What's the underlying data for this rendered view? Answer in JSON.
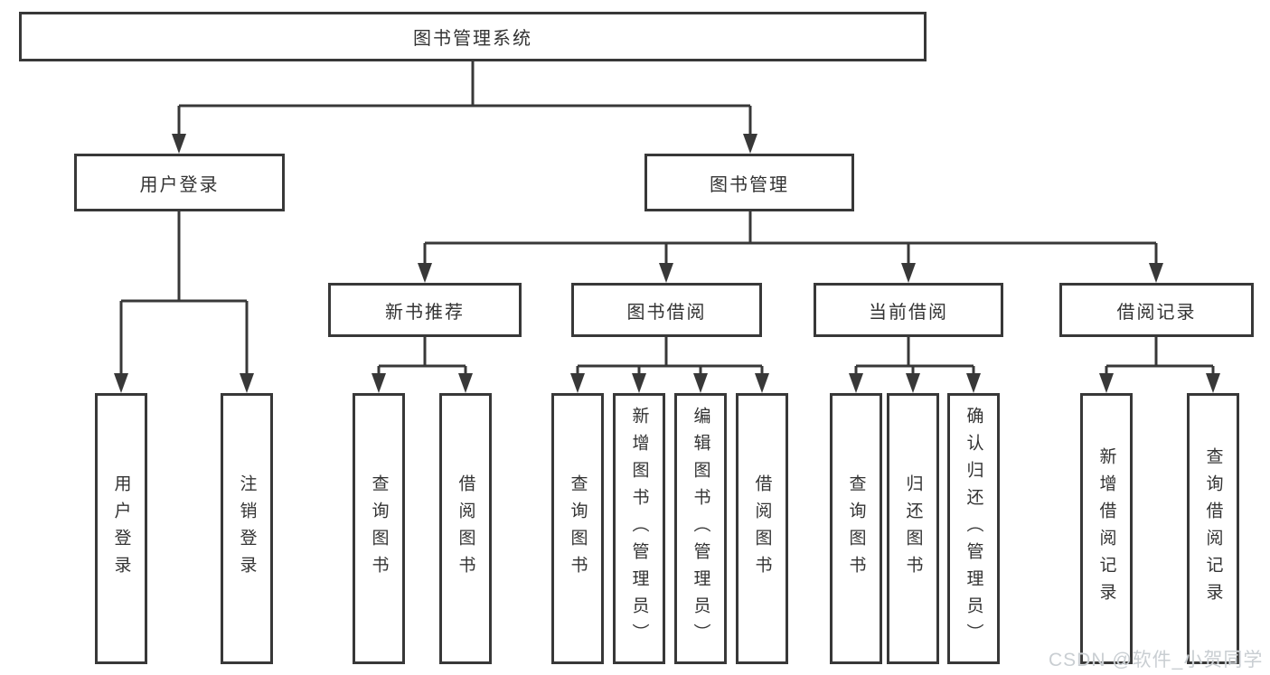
{
  "tree": {
    "label": "图书管理系统",
    "children": [
      {
        "label": "用户登录",
        "children": [
          {
            "label": "用户登录"
          },
          {
            "label": "注销登录"
          }
        ]
      },
      {
        "label": "图书管理",
        "children": [
          {
            "label": "新书推荐",
            "children": [
              {
                "label": "查询图书"
              },
              {
                "label": "借阅图书"
              }
            ]
          },
          {
            "label": "图书借阅",
            "children": [
              {
                "label": "查询图书"
              },
              {
                "label": "新增图书（管理员）"
              },
              {
                "label": "编辑图书（管理员）"
              },
              {
                "label": "借阅图书"
              }
            ]
          },
          {
            "label": "当前借阅",
            "children": [
              {
                "label": "查询图书"
              },
              {
                "label": "归还图书"
              },
              {
                "label": "确认归还（管理员）"
              }
            ]
          },
          {
            "label": "借阅记录",
            "children": [
              {
                "label": "新增借阅记录"
              },
              {
                "label": "查询借阅记录"
              }
            ]
          }
        ]
      }
    ]
  },
  "watermark": {
    "text": "CSDN @软件_小贺同学"
  },
  "colors": {
    "line": "#383838",
    "text": "#333333",
    "background": "#ffffff",
    "watermark": "#c9ced2"
  }
}
